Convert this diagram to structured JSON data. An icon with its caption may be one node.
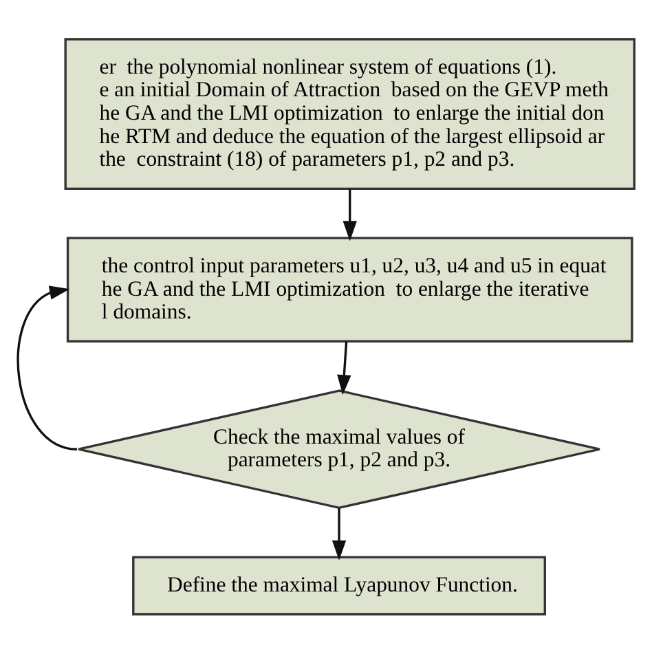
{
  "diagram": {
    "nodes": [
      {
        "text": [
          "er  the polynomial nonlinear system of equations (1).",
          "e an initial Domain of Attraction  based on the GEVP meth",
          "he GA and the LMI optimization  to enlarge the initial don",
          "he RTM and deduce the equation of the largest ellipsoid ar",
          "the  constraint (18) of parameters p1, p2 and p3."
        ]
      },
      {
        "text": [
          "the control input parameters u1, u2, u3, u4 and u5 in equat",
          "he GA and the LMI optimization  to enlarge the iterative",
          "l domains."
        ]
      },
      {
        "text": [
          "Check the maximal values of parameters p1, p2 and p3."
        ]
      },
      {
        "text": [
          "Define the maximal Lyapunov Function."
        ]
      }
    ],
    "edges": [
      {
        "from": 0,
        "to": 1,
        "arrow": "to"
      },
      {
        "from": 1,
        "to": 2,
        "arrow": "to"
      },
      {
        "from": 2,
        "to": 1,
        "arrow": "to"
      },
      {
        "from": 2,
        "to": 3,
        "arrow": "to"
      }
    ]
  }
}
